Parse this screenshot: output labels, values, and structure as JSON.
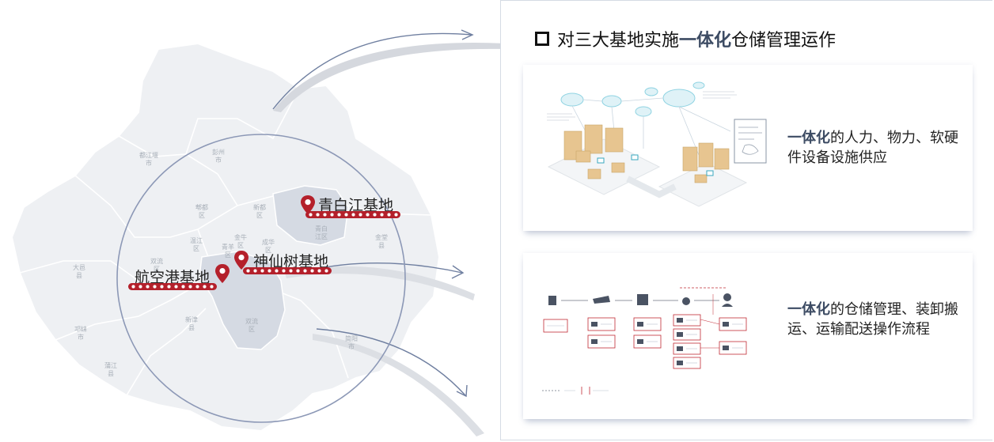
{
  "map": {
    "districts": [
      {
        "id": "pengzhou",
        "lines": [
          "彭州",
          "市"
        ]
      },
      {
        "id": "dujiangyan",
        "lines": [
          "都江堰",
          "市"
        ]
      },
      {
        "id": "pidu",
        "lines": [
          "郫都",
          "区"
        ]
      },
      {
        "id": "xindu",
        "lines": [
          "新都",
          "区"
        ]
      },
      {
        "id": "qingbaijiang",
        "lines": [
          "青白",
          "江区"
        ]
      },
      {
        "id": "jintang",
        "lines": [
          "金堂",
          "县"
        ]
      },
      {
        "id": "wenjiang",
        "lines": [
          "温江",
          "区"
        ]
      },
      {
        "id": "jinniu",
        "lines": [
          "金牛",
          "区"
        ]
      },
      {
        "id": "chenghua",
        "lines": [
          "成华",
          "区"
        ]
      },
      {
        "id": "qingyang",
        "lines": [
          "青羊",
          "区"
        ]
      },
      {
        "id": "dayi",
        "lines": [
          "大邑",
          "县"
        ]
      },
      {
        "id": "shuangliu",
        "lines": [
          "双流",
          "区"
        ]
      },
      {
        "id": "xinjin",
        "lines": [
          "新津",
          "县"
        ]
      },
      {
        "id": "qionglai",
        "lines": [
          "邛崃",
          "市"
        ]
      },
      {
        "id": "pujiang",
        "lines": [
          "蒲江",
          "县"
        ]
      },
      {
        "id": "jianyang",
        "lines": [
          "简阳",
          "市"
        ]
      },
      {
        "id": "shuangliu2",
        "lines": [
          "双流"
        ]
      }
    ],
    "bases": [
      {
        "id": "qingbaijiang",
        "name": "青白江基地"
      },
      {
        "id": "shenxianshu",
        "name": "神仙树基地"
      },
      {
        "id": "hangkonggang",
        "name": "航空港基地"
      }
    ],
    "colors": {
      "pin": "#b4202b",
      "arrow": "#6f7fa0",
      "map_fill": "#eef0f3",
      "highlight": "#d5dae3"
    }
  },
  "panel": {
    "title_prefix": "对三大基地实施",
    "title_accent": "一体化",
    "title_suffix": "仓储管理运作",
    "cards": [
      {
        "accent": "一体化",
        "text": "的人力、物力、软硬件设备设施供应",
        "illustration": "warehouse-isometric-illustration"
      },
      {
        "accent": "一体化",
        "text": "的仓储管理、装卸搬运、运输配送操作流程",
        "illustration": "process-flowchart-illustration"
      }
    ],
    "colors": {
      "accent": "#3c4b63"
    }
  }
}
